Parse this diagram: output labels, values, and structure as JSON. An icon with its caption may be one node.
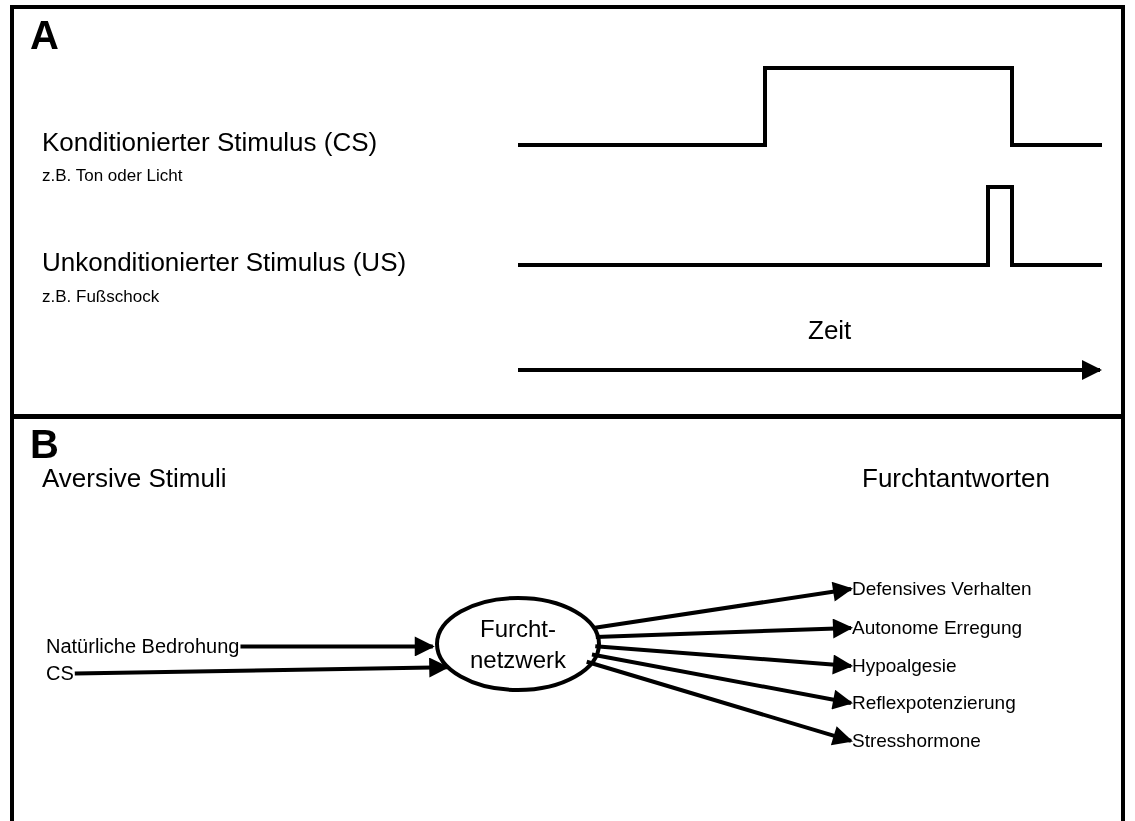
{
  "diagram": {
    "nodes": [
      {
        "text": [
          "A"
        ]
      },
      {
        "text": [
          "B"
        ]
      },
      {
        "text": [
          "Natürliche Bedrohung"
        ],
        "in": 1
      },
      {
        "text": [
          "CS"
        ],
        "in": 1
      },
      {
        "text": [
          "Furcht- netzwerk"
        ],
        "in": 1
      },
      {
        "text": [
          "Defensives Verhalten"
        ],
        "in": 1
      },
      {
        "text": [
          "Autonome Erregung"
        ],
        "in": 1
      },
      {
        "text": [
          "Hypoalgesie"
        ],
        "in": 1
      },
      {
        "text": [
          "Reflexpotenzierung"
        ],
        "in": 1
      },
      {
        "text": [
          "Stresshormone"
        ],
        "in": 1
      }
    ],
    "edges": [
      {
        "from": 2,
        "to": 4,
        "arrow": "to"
      },
      {
        "from": 3,
        "to": 4,
        "arrow": "to"
      },
      {
        "from": 4,
        "to": 5,
        "arrow": "to"
      },
      {
        "from": 4,
        "to": 6,
        "arrow": "to"
      },
      {
        "from": 4,
        "to": 7,
        "arrow": "to"
      },
      {
        "from": 4,
        "to": 8,
        "arrow": "to"
      },
      {
        "from": 4,
        "to": 9,
        "arrow": "to"
      }
    ],
    "labels": [
      "Konditionierter Stimulus (CS)",
      "z.B. Ton oder Licht",
      "Unkonditionierter Stimulus (US)",
      "z.B. Fußschock",
      "Zeit",
      "Aversive Stimuli",
      "Furchtantworten"
    ]
  }
}
